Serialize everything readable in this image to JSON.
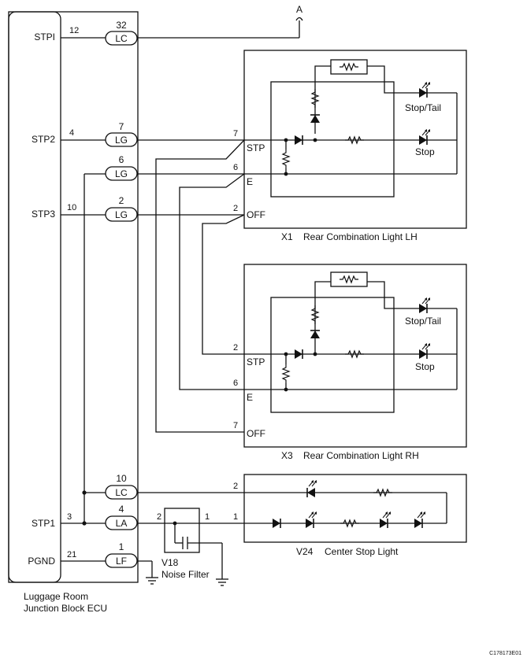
{
  "ecu": {
    "name_line1": "Luggage Room",
    "name_line2": "Junction Block ECU",
    "terminals": {
      "stpi": "STPI",
      "stp2": "STP2",
      "stp3": "STP3",
      "stp1": "STP1",
      "pgnd": "PGND"
    }
  },
  "pins": {
    "stpi": "12",
    "stp2": "4",
    "stp3": "10",
    "stp1": "3",
    "pgnd": "21"
  },
  "connectors": {
    "c1": {
      "num": "32",
      "code": "LC"
    },
    "c2": {
      "num": "7",
      "code": "LG"
    },
    "c3": {
      "num": "6",
      "code": "LG"
    },
    "c4": {
      "num": "2",
      "code": "LG"
    },
    "c5": {
      "num": "10",
      "code": "LC"
    },
    "c6": {
      "num": "4",
      "code": "LA"
    },
    "c7": {
      "num": "1",
      "code": "LF"
    }
  },
  "offpage_marker": "A",
  "x1": {
    "id": "X1",
    "name": "Rear Combination Light LH",
    "terminals": {
      "stp": "STP",
      "e": "E",
      "off": "OFF"
    },
    "pins": {
      "stp": "7",
      "e": "6",
      "off": "2"
    },
    "lamps": {
      "stop_tail": "Stop/Tail",
      "stop": "Stop"
    }
  },
  "x3": {
    "id": "X3",
    "name": "Rear Combination Light RH",
    "terminals": {
      "stp": "STP",
      "e": "E",
      "off": "OFF"
    },
    "pins": {
      "stp": "2",
      "e": "6",
      "off": "7"
    },
    "lamps": {
      "stop_tail": "Stop/Tail",
      "stop": "Stop"
    }
  },
  "v24": {
    "id": "V24",
    "name": "Center Stop Light",
    "pins": {
      "top": "2",
      "bottom": "1"
    }
  },
  "v18": {
    "id": "V18",
    "name": "Noise Filter",
    "pins": {
      "left": "2",
      "right": "1"
    }
  },
  "figure_code": "C178173E01"
}
